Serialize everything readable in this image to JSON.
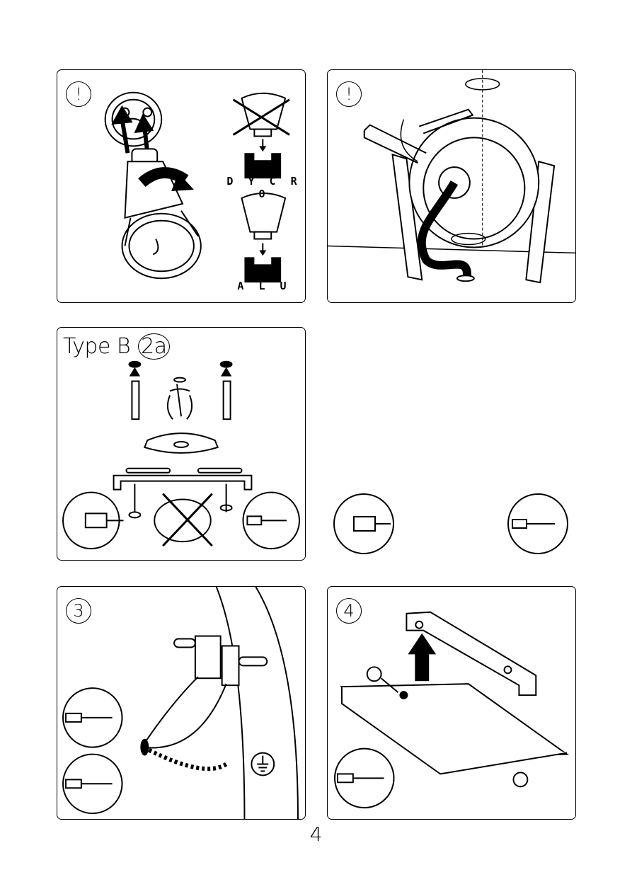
{
  "panels": {
    "p1": {
      "badge": "!",
      "label_top": "D Y C R O",
      "label_bottom": "A L U"
    },
    "p2": {
      "badge": "!"
    },
    "p3": {
      "type_label": "Type B",
      "step": "2a"
    },
    "p5": {
      "badge": "3"
    },
    "p6": {
      "badge": "4"
    }
  },
  "page_number": "4",
  "icons": [
    "lamp-socket-icon",
    "halogen-bulb-icon",
    "crossed-bulb-icon",
    "allen-key-icon",
    "rotate-arrow-icon",
    "wall-plug-icon",
    "screw-icon",
    "mounting-bracket-icon",
    "drill-icon",
    "screwdriver-icon",
    "no-nail-icon",
    "terminal-block-icon",
    "earth-symbol-icon",
    "ceiling-plate-icon"
  ]
}
